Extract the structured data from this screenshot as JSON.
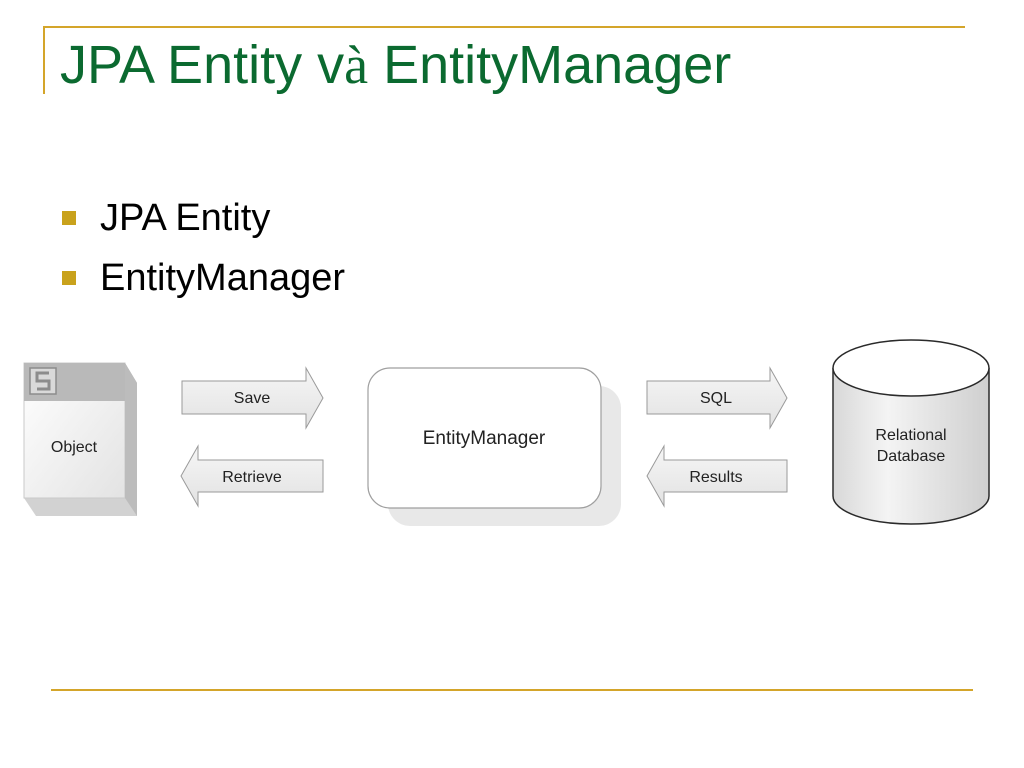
{
  "slide": {
    "title_part1": "JPA Entity v",
    "title_part2": "à",
    "title_part3": " EntityManager",
    "bullets": [
      "JPA Entity",
      "EntityManager"
    ]
  },
  "diagram": {
    "object_label": "Object",
    "entity_manager_label": "EntityManager",
    "database_label_line1": "Relational",
    "database_label_line2": "Database",
    "arrows": {
      "save": "Save",
      "retrieve": "Retrieve",
      "sql": "SQL",
      "results": "Results"
    }
  },
  "colors": {
    "title": "#0b6a30",
    "accent_line": "#d4a52a",
    "bullet": "#c9a21c"
  }
}
